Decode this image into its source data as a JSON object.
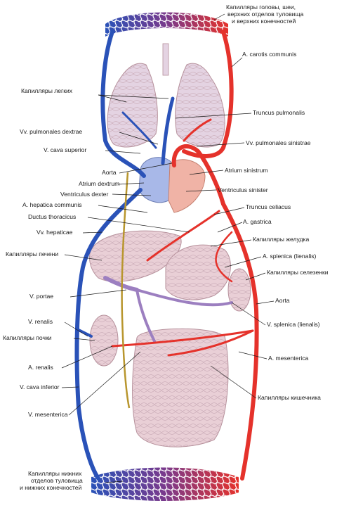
{
  "colors": {
    "artery": "#e5322b",
    "vein": "#2a52b8",
    "portal": "#9c7fc0",
    "lymph": "#b8962e",
    "organ": "#e9cfd6",
    "organ_stroke": "#b58f9a",
    "heart_right": "#a8b8e8",
    "heart_left": "#f0b3a6",
    "lung": "#e4d3e2"
  },
  "labels": {
    "cap_head": [
      "Капилляры головы, шеи,",
      "верхних отделов туловища",
      "и верхних конечностей"
    ],
    "carotis": "A. carotis communis",
    "cap_lungs": "Капилляры легких",
    "truncus_pulm": "Truncus pulmonalis",
    "vv_pulm_dex": "Vv. pulmonales dextrae",
    "vv_pulm_sin": "Vv. pulmonales sinistrae",
    "vena_cava_sup": "V. cava superior",
    "aorta_top": "Aorta",
    "atrium_sin": "Atrium sinistrum",
    "atrium_dex": "Atrium dextrum",
    "ventr_dex": "Ventriculus dexter",
    "ventr_sin": "Ventriculus sinister",
    "hepatica": "A. hepatica communis",
    "celiacus": "Truncus celiacus",
    "ductus": "Ductus thoracicus",
    "gastrica": "A. gastrica",
    "vv_hepaticae": "Vv. hepaticae",
    "cap_stomach": "Капилляры желудка",
    "cap_liver": "Капилляры печени",
    "splenica_a": "A. splenica (lienalis)",
    "cap_spleen": "Капилляры селезенки",
    "portae": "V. portae",
    "aorta_abd": "Aorta",
    "renalis_v": "V. renalis",
    "splenica_v": "V. splenica (lienalis)",
    "cap_kidney": "Капилляры почки",
    "mesenterica_a": "A. mesenterica",
    "renalis_a": "A. renalis",
    "cava_inf": "V. cava inferior",
    "cap_intestine": "Капилляры кишечника",
    "mesenterica_v": "V. mesenterica",
    "cap_lower": [
      "Капилляры нижних",
      "отделов туловища",
      "и нижних конечностей"
    ]
  }
}
